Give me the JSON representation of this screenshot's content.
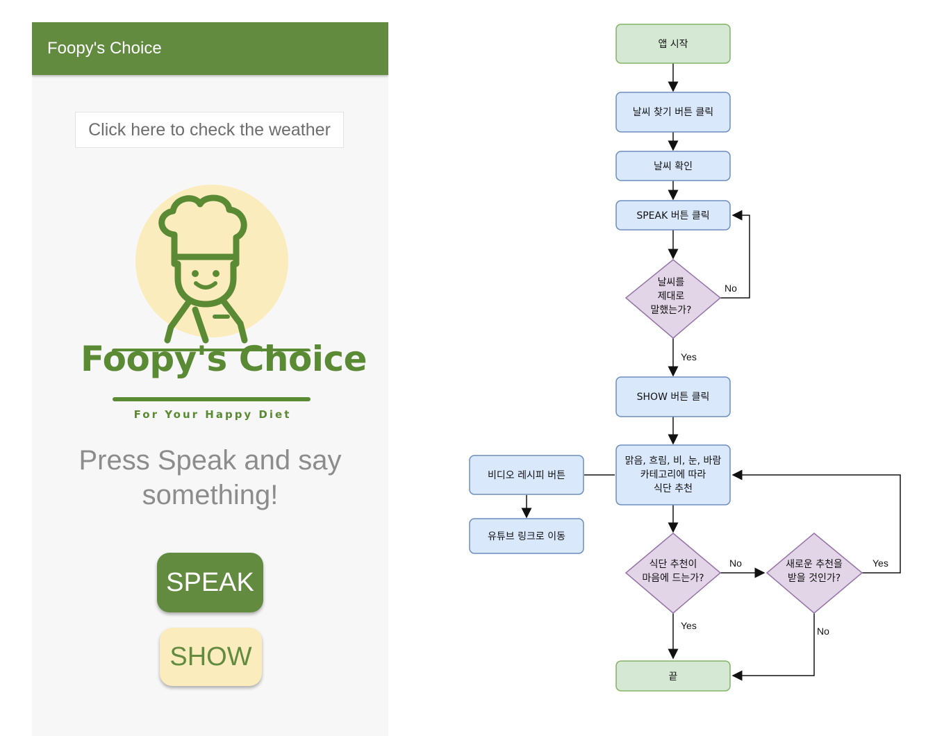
{
  "app": {
    "title": "Foopy's Choice",
    "weather_button_label": "Click here to check the weather",
    "logo": {
      "wordmark": "Foopy's Choice",
      "tagline": "For Your Happy Diet"
    },
    "prompt_text": "Press Speak and say something!",
    "speak_button_label": "SPEAK",
    "show_button_label": "SHOW",
    "colors": {
      "primary": "#628b40",
      "accent": "#fbecbe",
      "background": "#f7f7f7"
    }
  },
  "flowchart": {
    "nodes": {
      "start": "앱 시작",
      "weather_btn": "날씨 찾기 버튼 클릭",
      "weather_check": "날씨 확인",
      "speak_btn": "SPEAK 버튼 클릭",
      "said_weather": [
        "날씨를",
        "제대로",
        "말했는가?"
      ],
      "show_btn": "SHOW 버튼 클릭",
      "recommend": [
        "맑음, 흐림, 비, 눈, 바람",
        "카테고리에 따라",
        "식단 추천"
      ],
      "video_btn": "비디오 레시피 버튼",
      "youtube": "유튜브 링크로 이동",
      "like_diet": [
        "식단 추천이",
        "마음에 드는가?"
      ],
      "new_rec": [
        "새로운 추천을",
        "받을 것인가?"
      ],
      "end": "끝"
    },
    "labels": {
      "no_speak": "No",
      "yes_show": "Yes",
      "no_like": "No",
      "yes_new": "Yes",
      "yes_end": "Yes",
      "no_end": "No"
    },
    "colors": {
      "terminal_fill": "#d5e8d4",
      "terminal_stroke": "#82b366",
      "process_fill": "#dae8fc",
      "process_stroke": "#6c8ebf",
      "decision_fill": "#e1d5e7",
      "decision_stroke": "#9673a6"
    }
  }
}
